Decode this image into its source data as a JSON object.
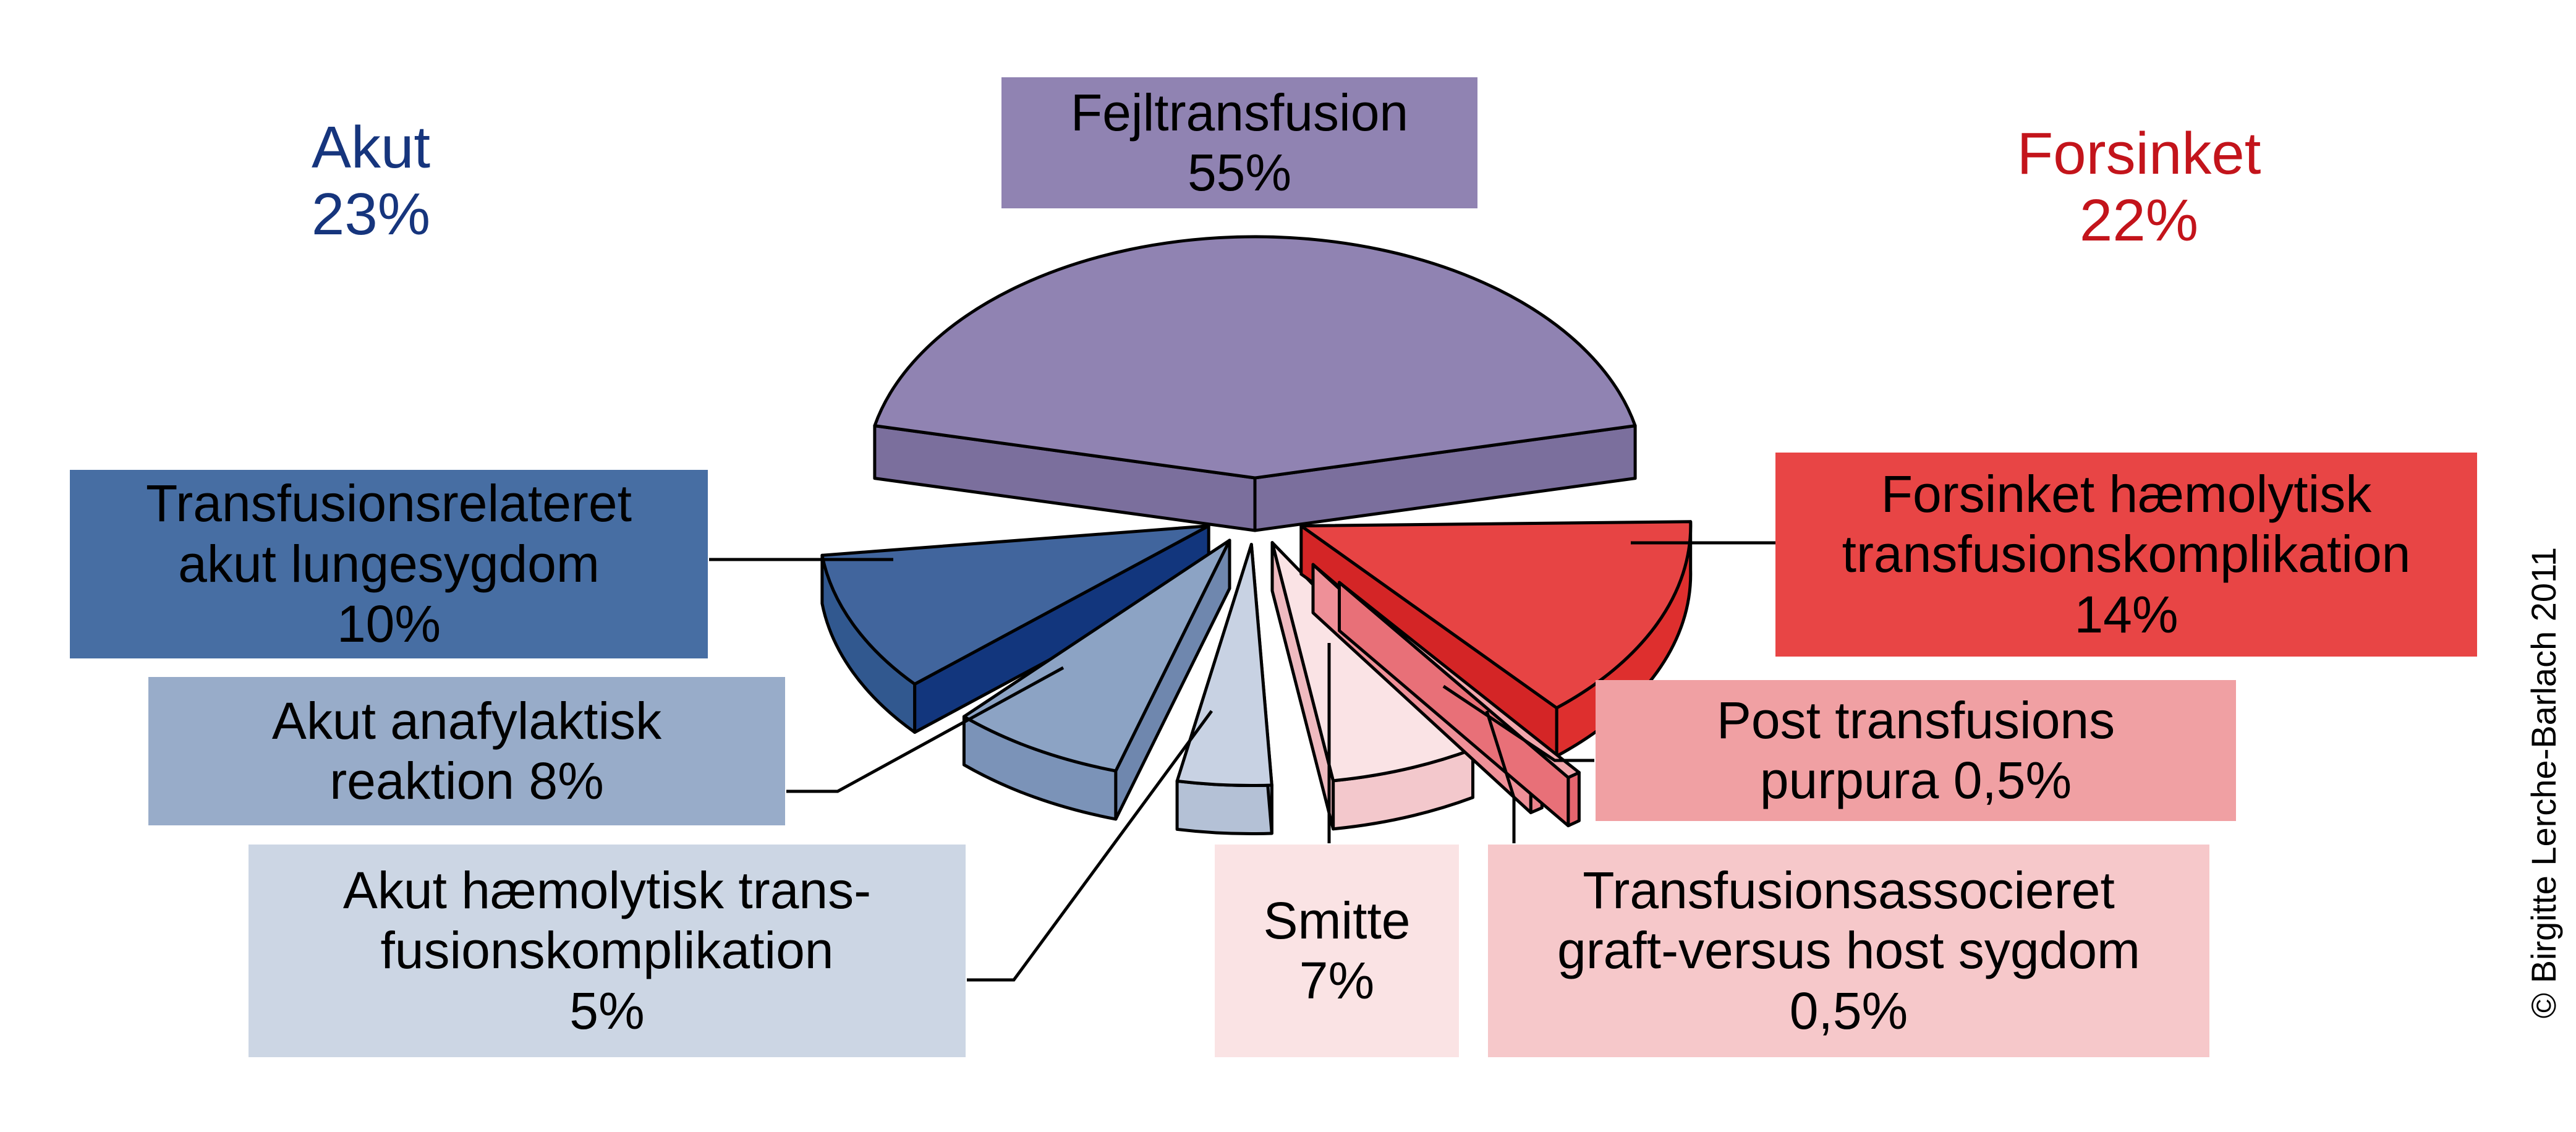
{
  "copyright": "© Birgitte Lerche-Barlach 2011",
  "headers": {
    "akut": {
      "text": "Akut\n23%",
      "value": 23,
      "color": "#16357D"
    },
    "forsinket": {
      "text": "Forsinket\n22%",
      "value": 22,
      "color": "#C3141B"
    }
  },
  "boxes": {
    "fejl": {
      "text": "Fejltransfusion\n55%",
      "bg": "#9083B2"
    },
    "trali": {
      "text": "Transfusionsrelateret\nakut lungesygdom\n10%",
      "bg": "#476EA3"
    },
    "anafylaktisk": {
      "text": "Akut anafylaktisk\nreaktion 8%",
      "bg": "#98ACC9"
    },
    "haemolytisk": {
      "text": "Akut hæmolytisk trans-\nfusionskomplikation\n5%",
      "bg": "#CCD6E4"
    },
    "smitte": {
      "text": "Smitte\n7%",
      "bg": "#FAE3E4"
    },
    "graft": {
      "text": "Transfusionsassocieret\ngraft-versus host sygdom\n0,5%",
      "bg": "#F6C8CA"
    },
    "purpura": {
      "text": "Post transfusions\npurpura 0,5%",
      "bg": "#F0A0A3"
    },
    "forsinket_haem": {
      "text": "Forsinket hæmolytisk\ntransfusionskomplikation\n14%",
      "bg": "#E84545"
    }
  },
  "chart_data": {
    "type": "pie",
    "style": "3d-exploded",
    "unit": "%",
    "groups": [
      {
        "label": "Fejltransfusion",
        "value": 55
      },
      {
        "label": "Akut",
        "value": 23,
        "color": "#16357D"
      },
      {
        "label": "Forsinket",
        "value": 22,
        "color": "#C3141B"
      }
    ],
    "slices": [
      {
        "id": "fejltransfusion",
        "label": "Fejltransfusion",
        "value": 55,
        "display": "55%",
        "group": "Fejltransfusion",
        "colors": {
          "top": "#9083B2",
          "side": "#7B6F9D",
          "edge": "#7B6F9D"
        }
      },
      {
        "id": "trali",
        "label": "Transfusionsrelateret akut lungesygdom",
        "value": 10,
        "display": "10%",
        "group": "Akut",
        "colors": {
          "top": "#41659D",
          "side": "#31588F",
          "edge": "#12367D"
        }
      },
      {
        "id": "anafylaktisk",
        "label": "Akut anafylaktisk reaktion",
        "value": 8,
        "display": "8%",
        "group": "Akut",
        "colors": {
          "top": "#8CA3C4",
          "side": "#7B93B8",
          "edge": "#6F87AE"
        }
      },
      {
        "id": "haemolytisk",
        "label": "Akut hæmolytisk transfusionskomplikation",
        "value": 5,
        "display": "5%",
        "group": "Akut",
        "colors": {
          "top": "#C8D2E3",
          "side": "#B4C1D6",
          "edge": "#AEBCD4"
        }
      },
      {
        "id": "smitte",
        "label": "Smitte",
        "value": 7,
        "display": "7%",
        "group": "Forsinket",
        "colors": {
          "top": "#FAE3E5",
          "side": "#F3C8CC",
          "edge": "#EFBAC0"
        }
      },
      {
        "id": "purpura",
        "label": "Post transfusions purpura",
        "value": 0.5,
        "display": "0,5%",
        "group": "Forsinket",
        "colors": {
          "top": "#F5B8BC",
          "side": "#EC848C",
          "edge": "#EE9098"
        }
      },
      {
        "id": "graft",
        "label": "Transfusionsassocieret graft-versus host sygdom",
        "value": 0.5,
        "display": "0,5%",
        "group": "Forsinket",
        "colors": {
          "top": "#F2A6AC",
          "side": "#E5656E",
          "edge": "#E87078"
        }
      },
      {
        "id": "forsinket-haemolytisk",
        "label": "Forsinket hæmolytisk transfusionskomplikation",
        "value": 14,
        "display": "14%",
        "group": "Forsinket",
        "colors": {
          "top": "#E74444",
          "side": "#DE2F2E",
          "edge": "#D42526"
        }
      }
    ]
  }
}
